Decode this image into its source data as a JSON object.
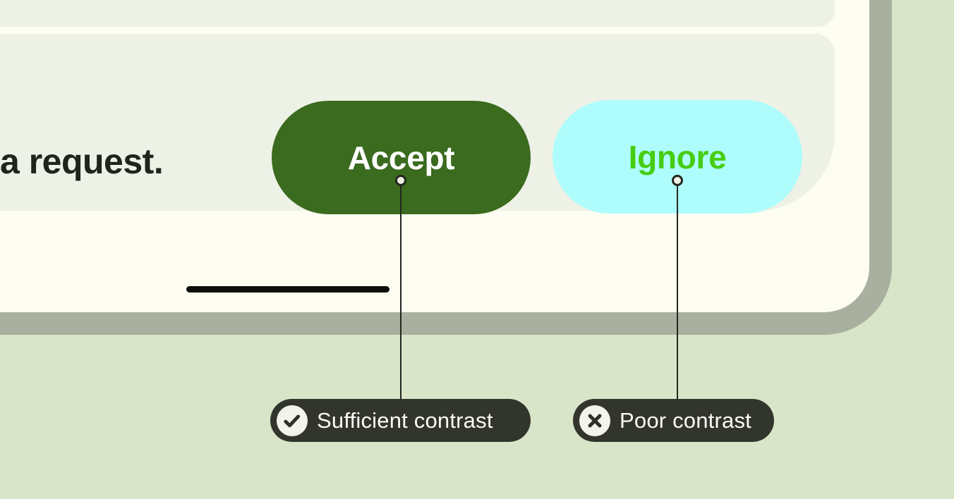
{
  "card": {
    "dialog_text_fragment": "a request.",
    "accept_label": "Accept",
    "ignore_label": "Ignore"
  },
  "annotations": {
    "sufficient": {
      "icon": "check-in-circle",
      "label": "Sufficient contrast"
    },
    "poor": {
      "icon": "x-in-circle",
      "label": "Poor contrast"
    }
  },
  "colors": {
    "page_bg": "#d9e5c8",
    "frame_shadow": "#a9b09f",
    "card_bg": "#fdfdf1",
    "panel_bg": "#edf1e6",
    "accept_bg": "#3a6b1e",
    "accept_text": "#ffffff",
    "ignore_bg": "#aefdfc",
    "ignore_text": "#46cd11",
    "dialog_text": "#20241b",
    "annotation_bg": "#32352c",
    "annotation_text": "#fbfbf6",
    "annotation_icon_bg": "#f2f3ea",
    "annotation_icon_glyph": "#2e312a",
    "connector": "#24271f",
    "home_indicator": "#0c0e09"
  }
}
